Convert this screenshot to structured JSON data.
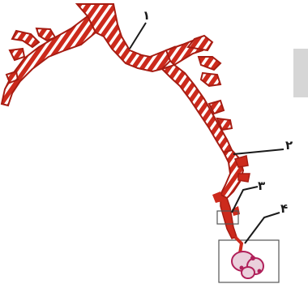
{
  "diagram": {
    "labels": [
      "۱",
      "۲",
      "۳",
      "۴"
    ],
    "colors": {
      "airway": "#cc2a1c",
      "airway_dark": "#a61c12",
      "ring_gap": "#ffffff",
      "leader_line": "#1a1a1a",
      "alveolus_fill": "#ead0dc",
      "capillary": "#b0205a",
      "side_tab": "#d6d6d6"
    }
  }
}
